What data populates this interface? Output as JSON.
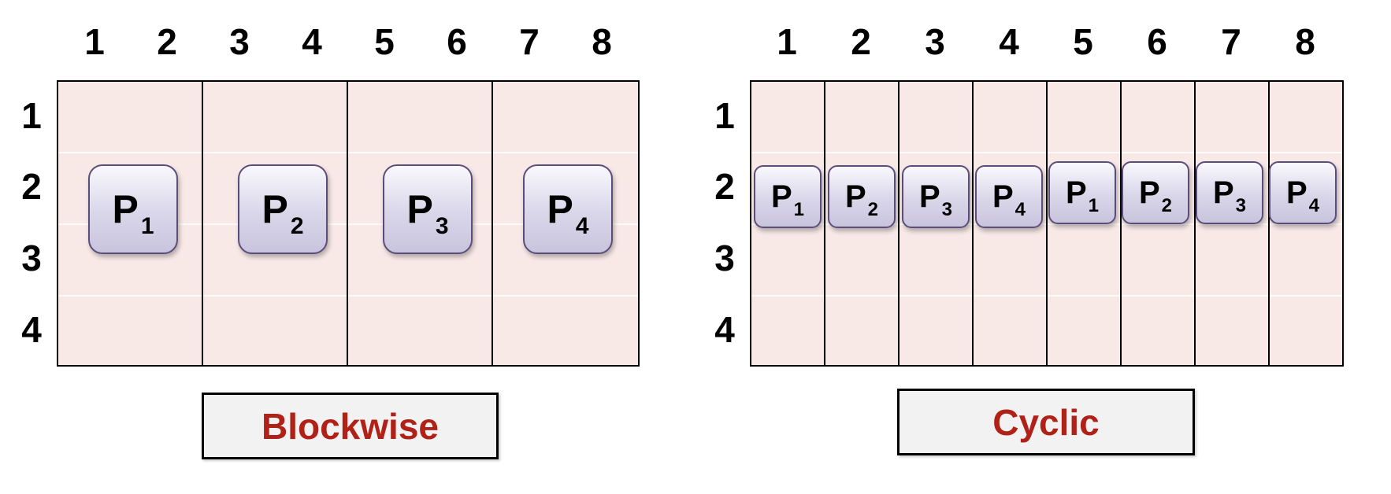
{
  "blockwise": {
    "column_labels": [
      "1",
      "2",
      "3",
      "4",
      "5",
      "6",
      "7",
      "8"
    ],
    "row_labels": [
      "1",
      "2",
      "3",
      "4"
    ],
    "processors": [
      {
        "letter": "P",
        "index": "1"
      },
      {
        "letter": "P",
        "index": "2"
      },
      {
        "letter": "P",
        "index": "3"
      },
      {
        "letter": "P",
        "index": "4"
      }
    ],
    "caption": "Blockwise"
  },
  "cyclic": {
    "column_labels": [
      "1",
      "2",
      "3",
      "4",
      "5",
      "6",
      "7",
      "8"
    ],
    "row_labels": [
      "1",
      "2",
      "3",
      "4"
    ],
    "processors": [
      {
        "letter": "P",
        "index": "1"
      },
      {
        "letter": "P",
        "index": "2"
      },
      {
        "letter": "P",
        "index": "3"
      },
      {
        "letter": "P",
        "index": "4"
      },
      {
        "letter": "P",
        "index": "1"
      },
      {
        "letter": "P",
        "index": "2"
      },
      {
        "letter": "P",
        "index": "3"
      },
      {
        "letter": "P",
        "index": "4"
      }
    ],
    "caption": "Cyclic"
  },
  "colors": {
    "grid_fill": "#f8e9e7",
    "caption_text": "#b02218",
    "processor_border": "#5a4d7a"
  }
}
